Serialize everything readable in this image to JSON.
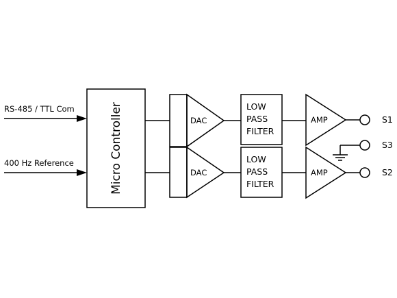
{
  "inputs": {
    "rs485": "RS-485 / TTL Com",
    "reference": "400 Hz Reference"
  },
  "micro_controller": "Micro Controller",
  "channel_top": {
    "dac": "DAC",
    "filter": [
      "LOW",
      "PASS",
      "FILTER"
    ],
    "amp": "AMP",
    "output": "S1"
  },
  "channel_bottom": {
    "dac": "DAC",
    "filter": [
      "LOW",
      "PASS",
      "FILTER"
    ],
    "amp": "AMP",
    "output": "S2"
  },
  "ground_terminal": "S3"
}
